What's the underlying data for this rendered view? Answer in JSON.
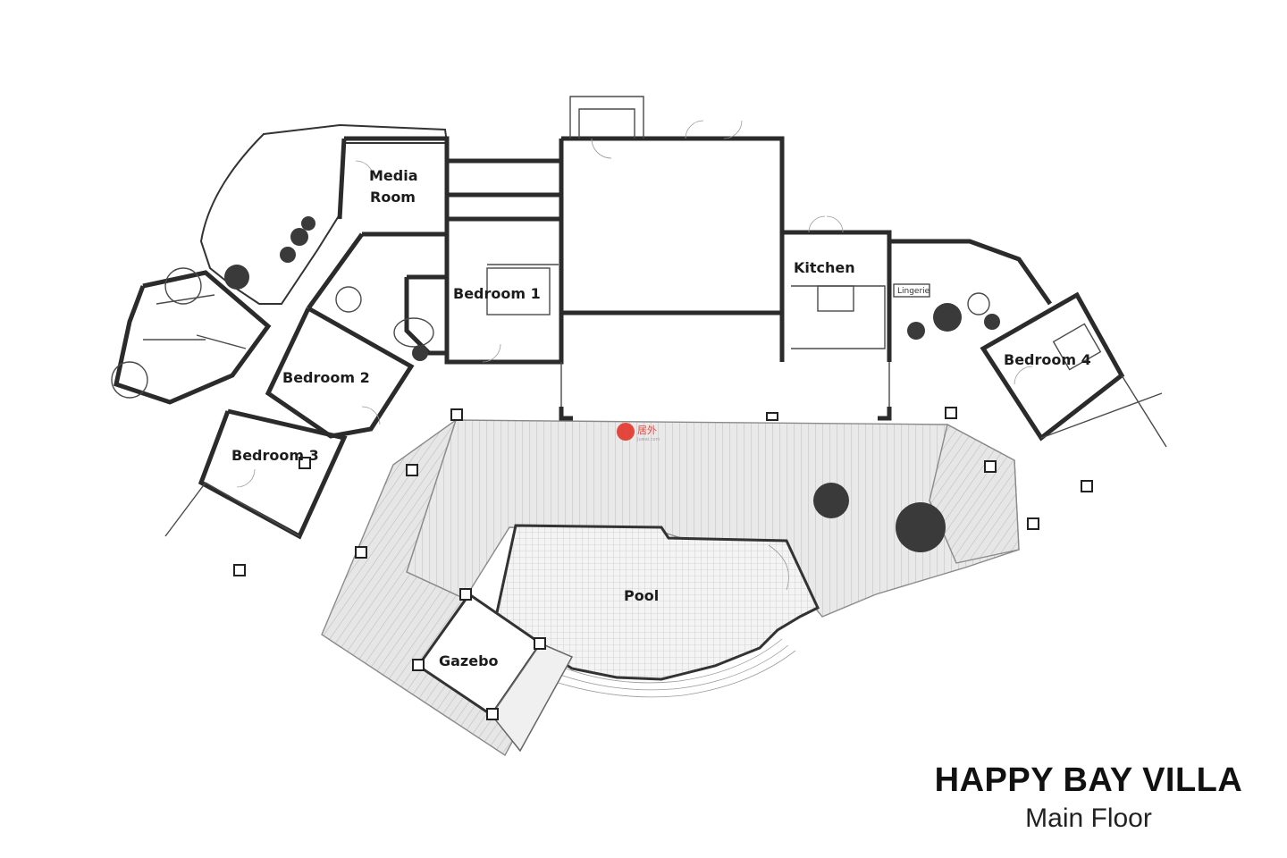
{
  "title": "HAPPY BAY VILLA",
  "subtitle": "Main Floor",
  "rooms": {
    "media_room_line1": "Media",
    "media_room_line2": "Room",
    "bedroom_1": "Bedroom 1",
    "bedroom_2": "Bedroom 2",
    "bedroom_3": "Bedroom 3",
    "bedroom_4": "Bedroom 4",
    "kitchen": "Kitchen",
    "lingerie": "Lingerie",
    "pool": "Pool",
    "gazebo": "Gazebo"
  },
  "watermark": {
    "text": "居外",
    "sub": "Juwai.com",
    "color": "#e2352b"
  }
}
